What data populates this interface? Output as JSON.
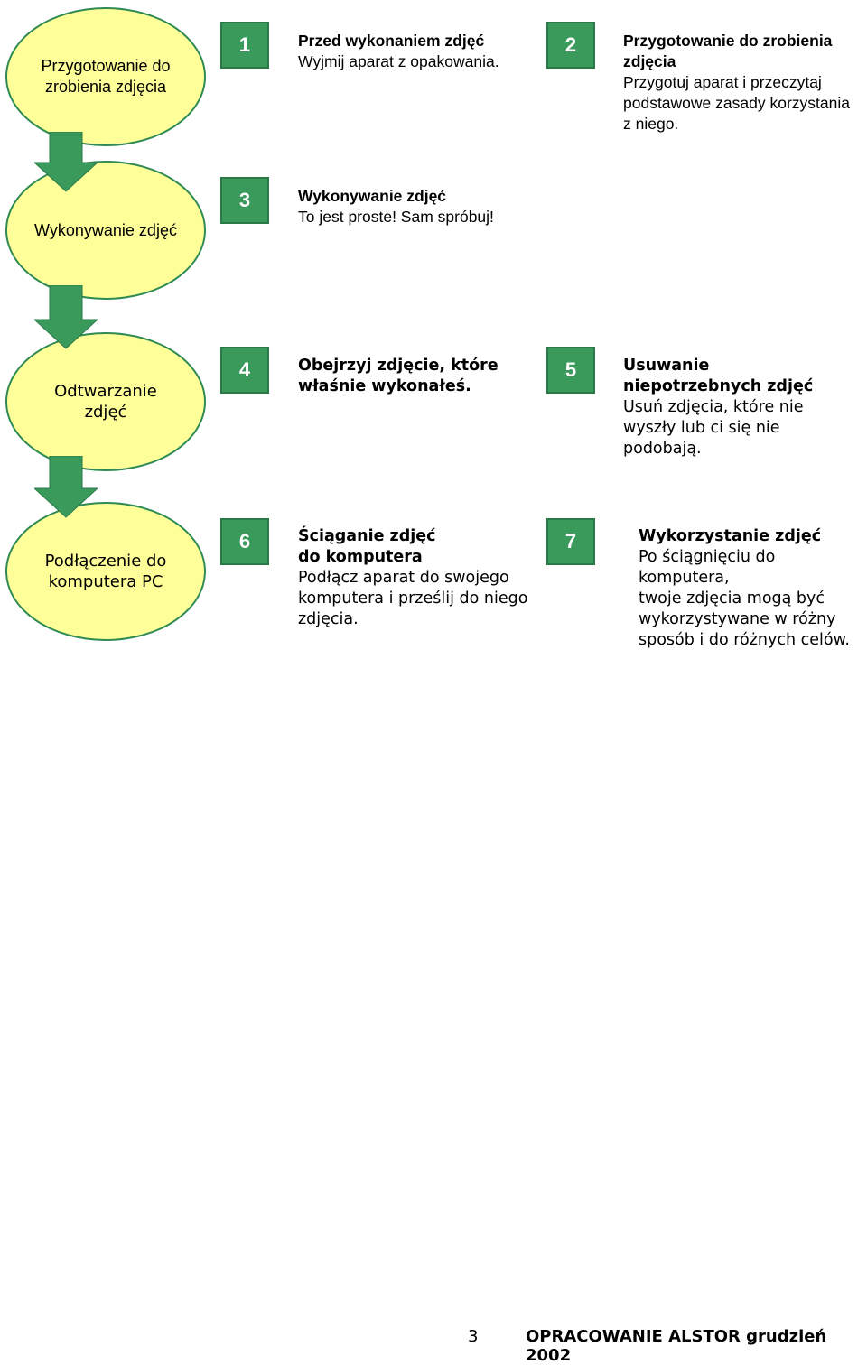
{
  "ovals": [
    {
      "text": "Przygotowanie do zrobienia zdjęcia"
    },
    {
      "text": "Wykonywanie zdjęć"
    },
    {
      "text": "Odtwarzanie zdjęć"
    },
    {
      "text": "Podłączenie do komputera PC"
    }
  ],
  "steps": [
    {
      "number": "1",
      "title": "Przed wykonaniem zdjęć",
      "description": "Wyjmij aparat z opakowania."
    },
    {
      "number": "2",
      "title": "Przygotowanie do zrobienia\nzdjęcia",
      "description": "Przygotuj aparat i przeczytaj\npodstawowe zasady korzystania\nz niego."
    },
    {
      "number": "3",
      "title": "Wykonywanie zdjęć",
      "description": "To jest proste! Sam spróbuj!"
    },
    {
      "number": "4",
      "title": "Obejrzyj zdjęcie, które\nwłaśnie wykonałeś.",
      "description": ""
    },
    {
      "number": "5",
      "title": "Usuwanie\nniepotrzebnych zdjęć",
      "description": "Usuń zdjęcia, które nie\nwyszły lub ci się nie\npodobają."
    },
    {
      "number": "6",
      "title": "Ściąganie zdjęć\ndo komputera",
      "description": "Podłącz aparat do swojego\nkomputera i prześlij do niego\nzdjęcia."
    },
    {
      "number": "7",
      "title": "Wykorzystanie zdjęć",
      "description": "Po ściągnięciu do komputera,\ntwoje zdjęcia mogą być\nwykorzystywane w różny\nsposób i do różnych celów."
    }
  ],
  "footer": {
    "page_number": "3",
    "text": "OPRACOWANIE ALSTOR grudzień 2002"
  },
  "colors": {
    "oval_fill": "#ffff99",
    "oval_border": "#2f8a53",
    "badge_green": "#3a9a5c",
    "arrow_green": "#3a9a5c"
  }
}
